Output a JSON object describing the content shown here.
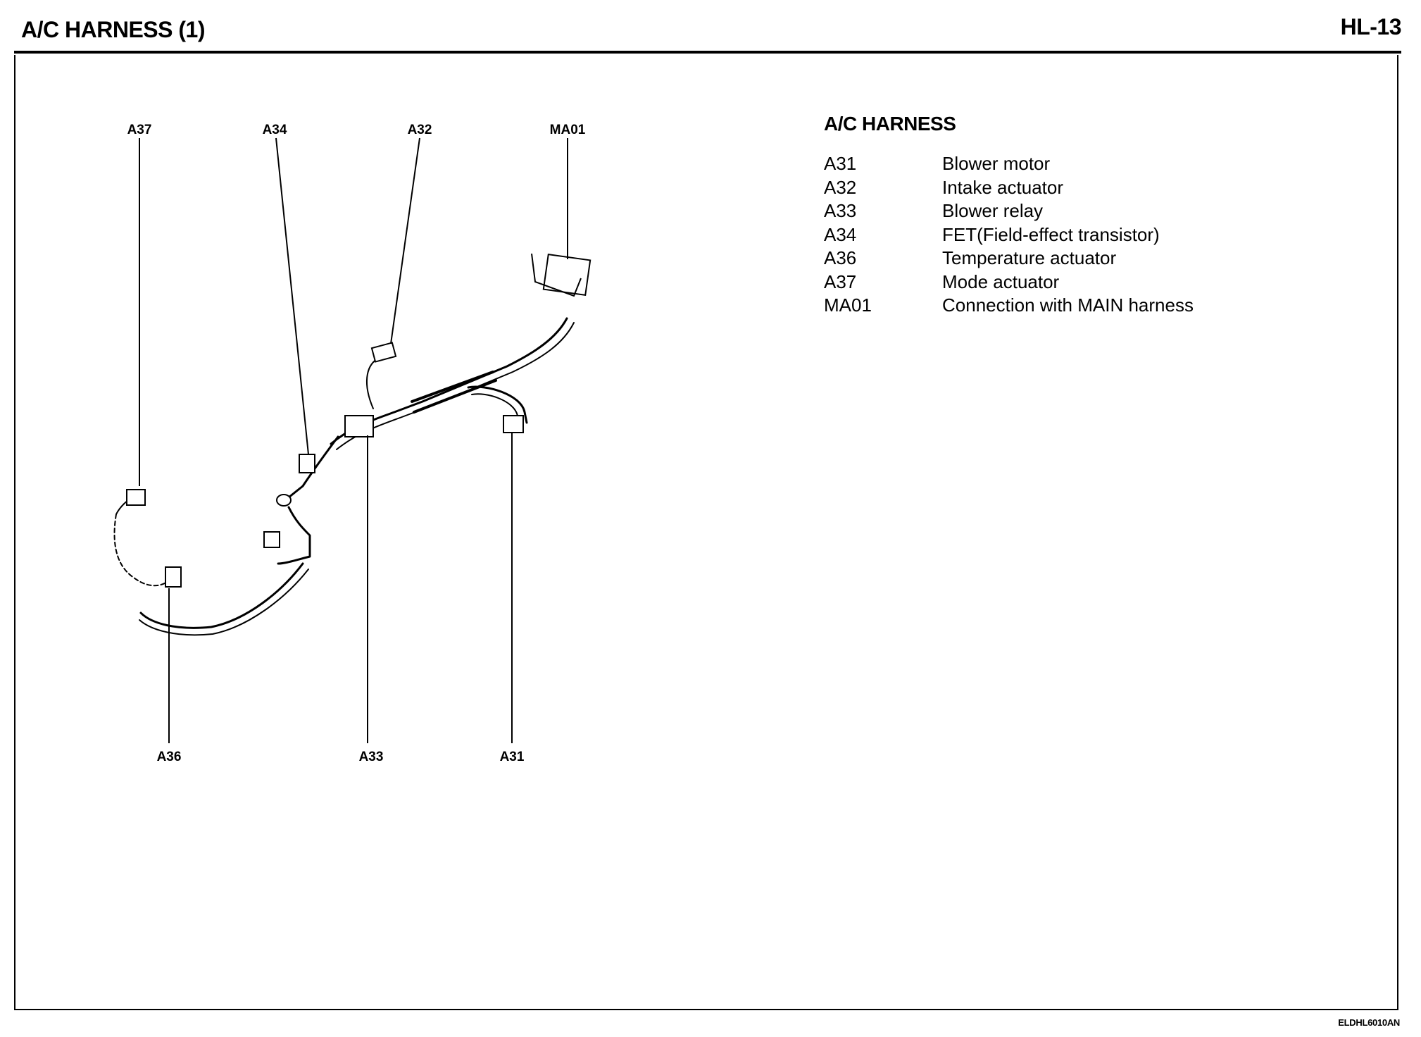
{
  "header": {
    "title": "A/C HARNESS (1)",
    "page_code": "HL-13"
  },
  "legend": {
    "title": "A/C HARNESS",
    "items": [
      {
        "code": "A31",
        "description": "Blower motor"
      },
      {
        "code": "A32",
        "description": "Intake actuator"
      },
      {
        "code": "A33",
        "description": "Blower relay"
      },
      {
        "code": "A34",
        "description": "FET(Field-effect transistor)"
      },
      {
        "code": "A36",
        "description": "Temperature actuator"
      },
      {
        "code": "A37",
        "description": "Mode actuator"
      },
      {
        "code": "MA01",
        "description": "Connection with MAIN harness"
      }
    ]
  },
  "callouts": {
    "a37": "A37",
    "a34": "A34",
    "a32": "A32",
    "ma01": "MA01",
    "a36": "A36",
    "a33": "A33",
    "a31": "A31"
  },
  "figure_code": "ELDHL6010AN"
}
